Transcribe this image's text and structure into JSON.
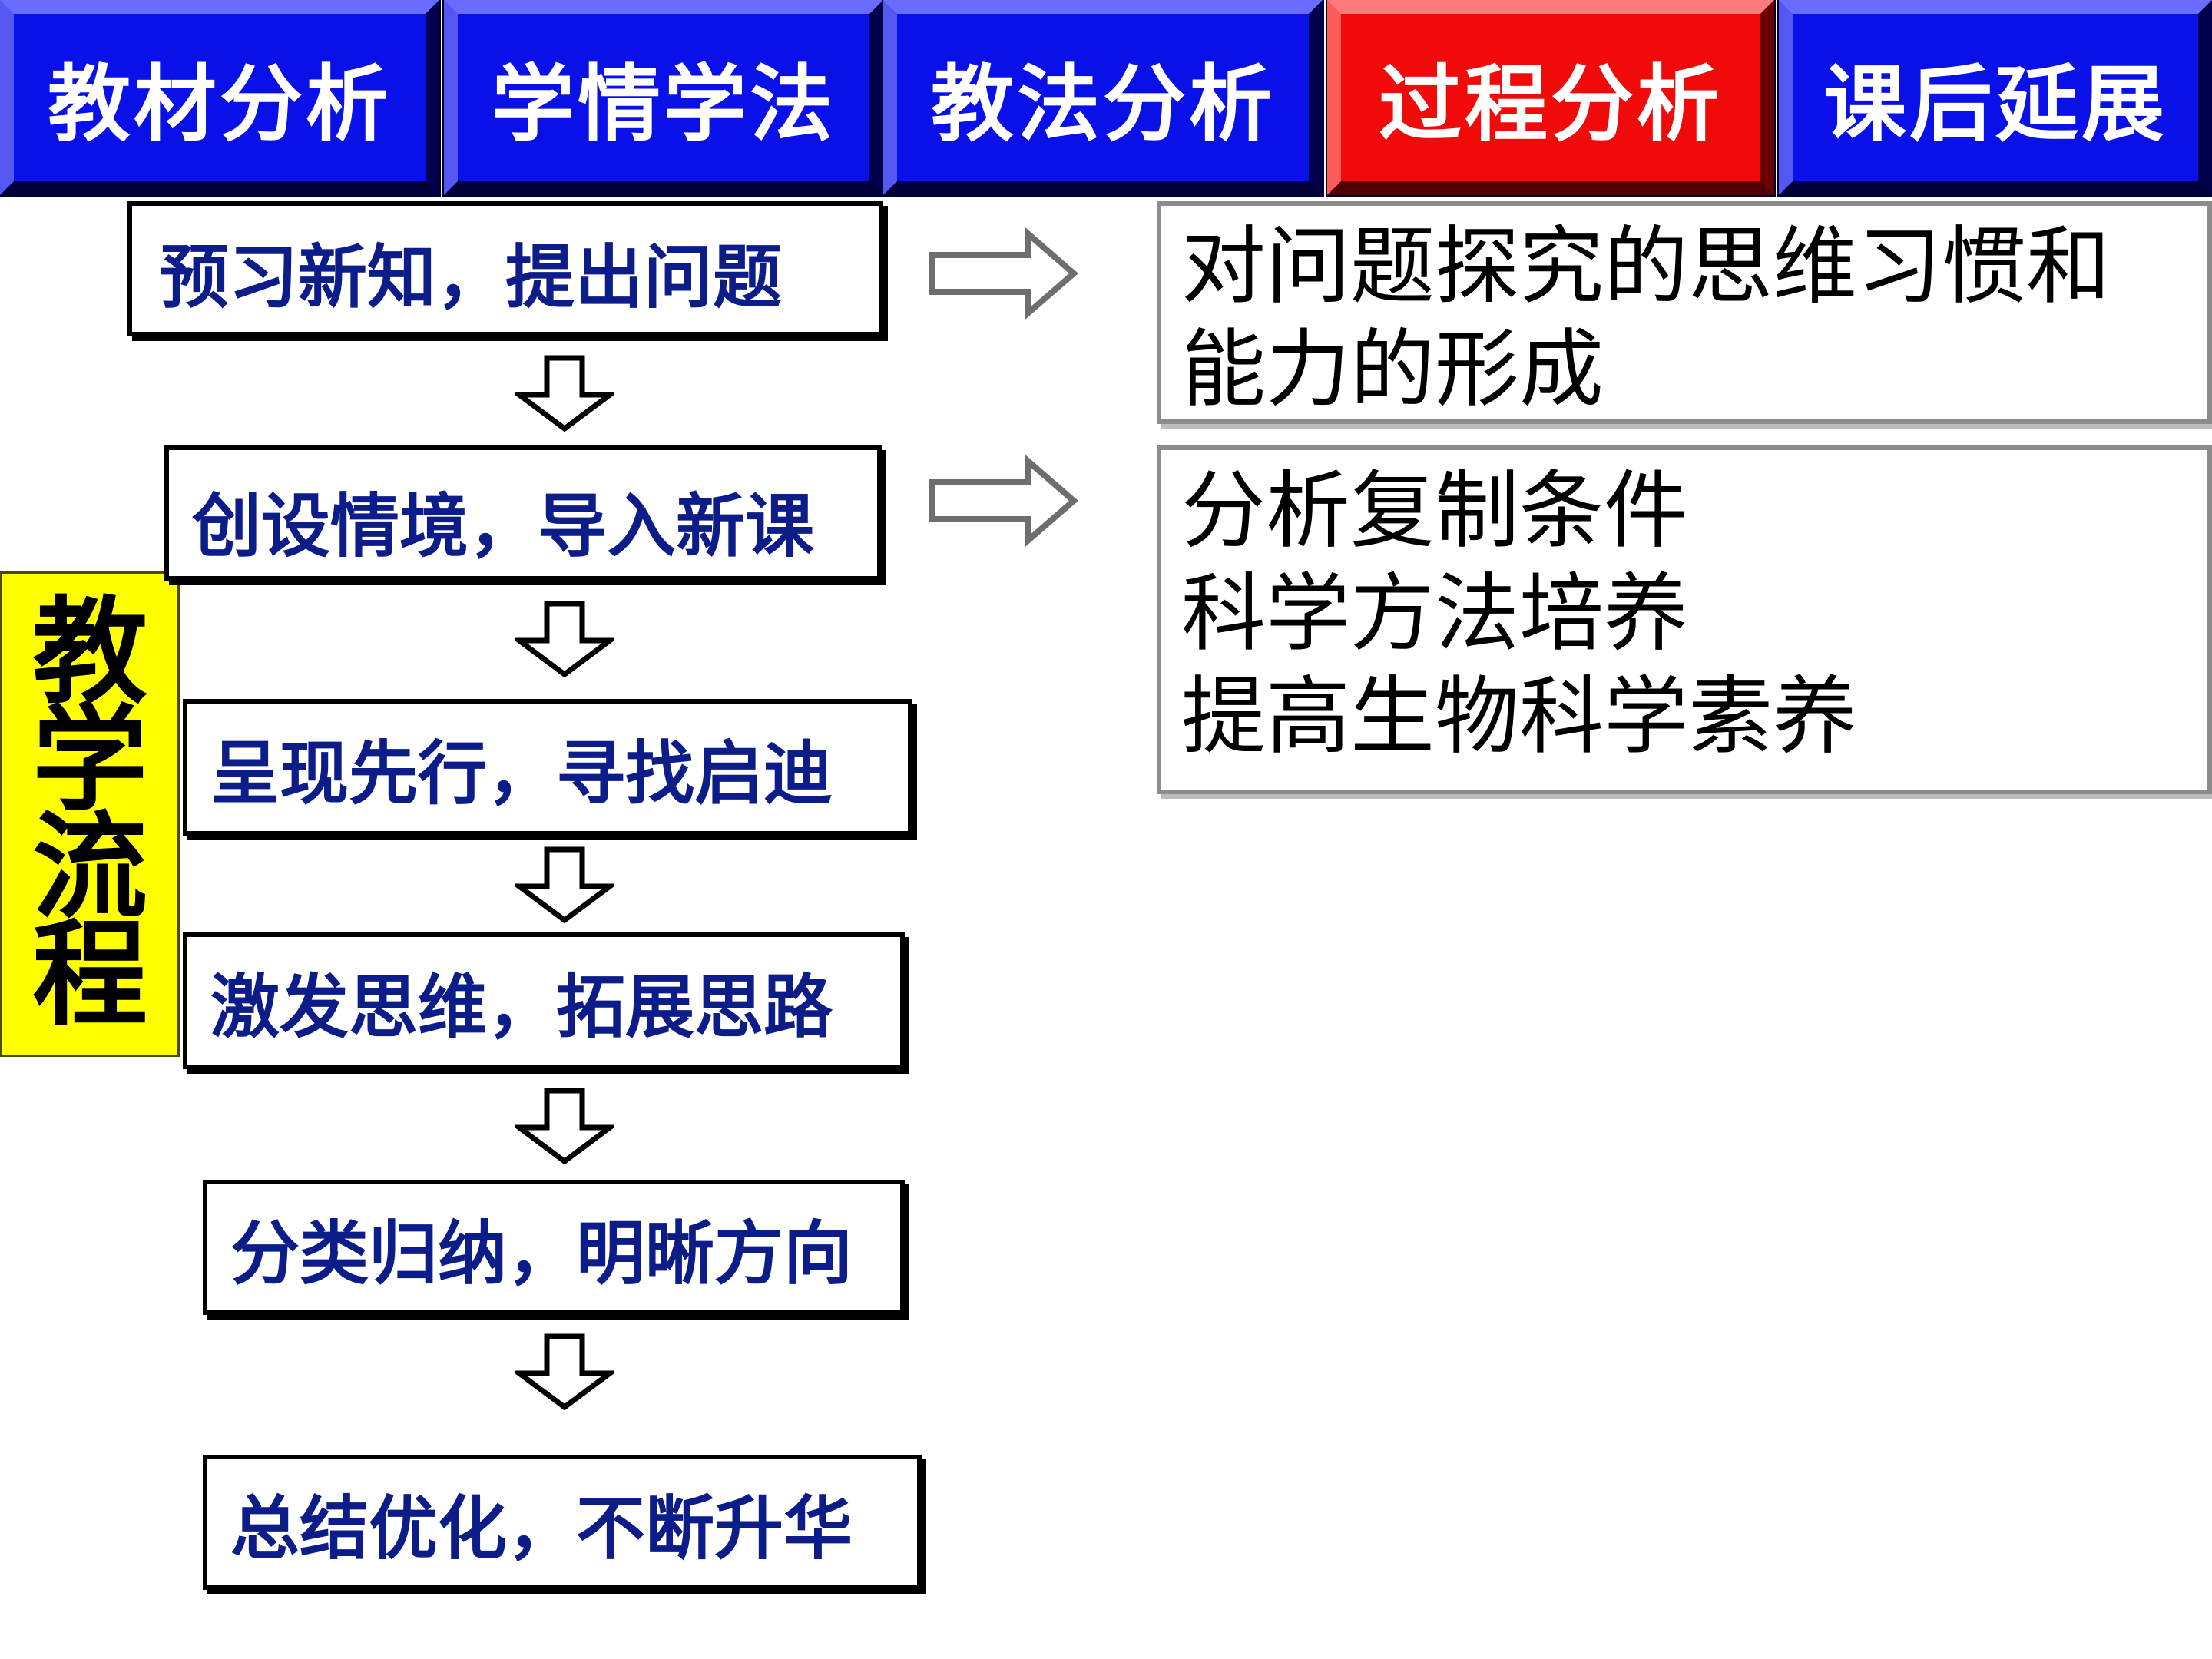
{
  "tabs": [
    {
      "label": "教材分析",
      "active": false
    },
    {
      "label": "学情学法",
      "active": false
    },
    {
      "label": "教法分析",
      "active": false
    },
    {
      "label": "过程分析",
      "active": true
    },
    {
      "label": "课后延展",
      "active": false
    }
  ],
  "side_label": {
    "chars": [
      "教",
      "学",
      "流",
      "程"
    ]
  },
  "steps": [
    "预习新知，提出问题",
    "创设情境，导入新课",
    "呈现先行，寻找启迪",
    "激发思维，拓展思路",
    "分类归纳，明晰方向",
    "总结优化，不断升华"
  ],
  "info_boxes": [
    {
      "lines": [
        "对问题探究的思维习惯和",
        "能力的形成"
      ]
    },
    {
      "lines": [
        "分析复制条件",
        "科学方法培养",
        "提高生物科学素养"
      ]
    }
  ],
  "colors": {
    "tab_blue": "#0a10e8",
    "tab_active_red": "#f00a0a",
    "step_text": "#0c1d8a",
    "side_label_bg": "#ffff00"
  }
}
